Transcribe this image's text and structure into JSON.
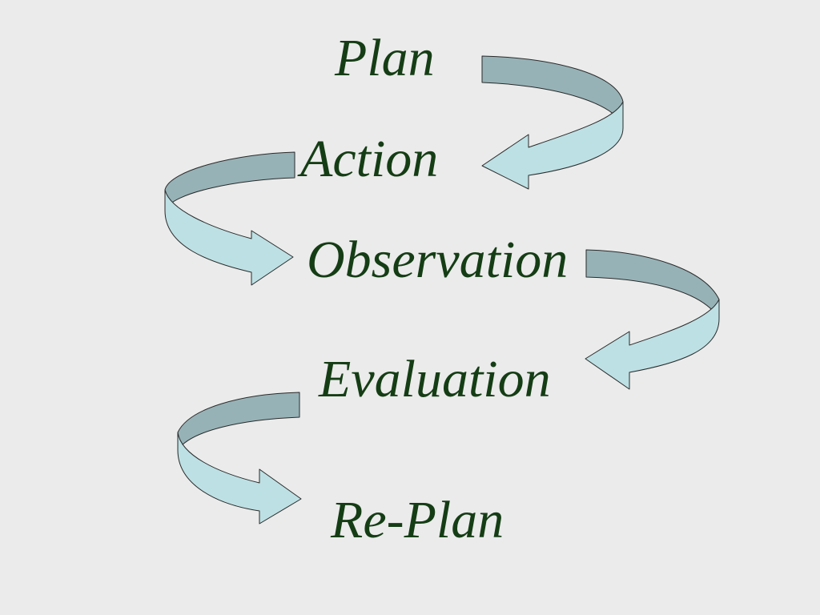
{
  "steps": [
    "Plan",
    "Action",
    "Observation",
    "Evaluation",
    "Re-Plan"
  ],
  "colors": {
    "background": "#ebebeb",
    "text": "#153d15",
    "arrow_band_top": "#96b2b6",
    "arrow_band_front": "#bde0e4",
    "arrow_outline": "#2a2a2a"
  },
  "arrows": [
    {
      "from": "Plan",
      "to": "Action",
      "curve": "right"
    },
    {
      "from": "Action",
      "to": "Observation",
      "curve": "left"
    },
    {
      "from": "Observation",
      "to": "Evaluation",
      "curve": "right"
    },
    {
      "from": "Evaluation",
      "to": "Re-Plan",
      "curve": "left"
    }
  ]
}
